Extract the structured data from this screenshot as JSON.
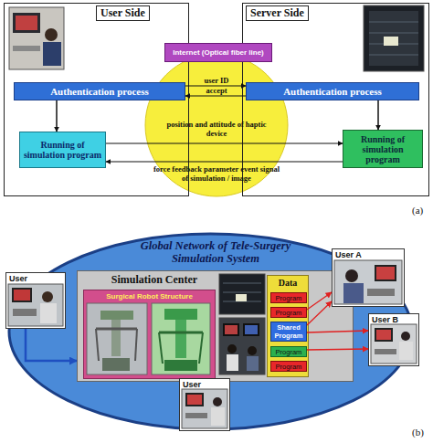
{
  "diagram": {
    "nodes": [
      {
        "text": [
          "User Side"
        ]
      },
      {
        "text": [
          "Server Side"
        ]
      },
      {
        "text": [
          "Internet (Optical fiber line)"
        ]
      },
      {
        "text": [
          "Authentication process"
        ],
        "in": 0
      },
      {
        "text": [
          "Authentication process"
        ],
        "in": 1
      },
      {
        "text": [
          "Running of simulation program"
        ],
        "in": 0
      },
      {
        "text": [
          "Running of simulation program"
        ],
        "in": 1
      },
      {
        "text": [
          "Global Network of Tele-Surgery Simulation System"
        ]
      },
      {
        "text": [
          "Simulation Center"
        ],
        "in": 7
      },
      {
        "text": [
          "User"
        ],
        "in": 7
      },
      {
        "text": [
          "Surgical Robot Structure"
        ],
        "in": 8
      },
      {
        "text": [
          "Data"
        ],
        "in": 8
      },
      {
        "text": [
          "Program"
        ],
        "in": 11
      },
      {
        "text": [
          "Program"
        ],
        "in": 11
      },
      {
        "text": [
          "Shared Program"
        ],
        "in": 11
      },
      {
        "text": [
          "Program"
        ],
        "in": 11
      },
      {
        "text": [
          "Program"
        ],
        "in": 11
      },
      {
        "text": [
          "User A"
        ],
        "in": 7
      },
      {
        "text": [
          "User B"
        ],
        "in": 7
      },
      {
        "text": [
          "User"
        ],
        "in": 7
      }
    ],
    "edges": [
      {
        "from": 3,
        "to": 4,
        "label": "user ID",
        "arrow": "to"
      },
      {
        "from": 4,
        "to": 3,
        "label": "accept",
        "arrow": "to"
      },
      {
        "from": 5,
        "to": 6,
        "label": "position and attitude of haptic device",
        "arrow": "to"
      },
      {
        "from": 6,
        "to": 5,
        "label": "force feedback parameter event signal of simulation / image",
        "arrow": "to"
      },
      {
        "from": 3,
        "to": 5,
        "arrow": "to"
      },
      {
        "from": 4,
        "to": 6,
        "arrow": "to"
      },
      {
        "from": 9,
        "to": 8,
        "arrow": "to"
      },
      {
        "from": 13,
        "to": 17,
        "arrow": "to"
      },
      {
        "from": 14,
        "to": 17,
        "arrow": "to"
      },
      {
        "from": 14,
        "to": 18,
        "arrow": "to"
      },
      {
        "from": 15,
        "to": 18,
        "arrow": "to"
      }
    ],
    "labels": [
      "(a)",
      "(b)"
    ]
  }
}
